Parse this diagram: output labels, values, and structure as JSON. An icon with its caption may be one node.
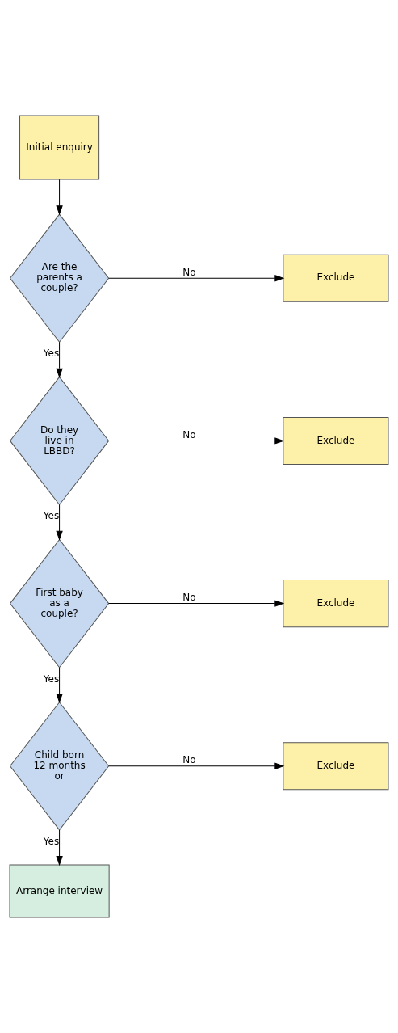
{
  "diagram": {
    "nodes": [
      {
        "text": [
          "Initial enquiry"
        ]
      },
      {
        "text": [
          "Are the parents a couple?"
        ]
      },
      {
        "text": [
          "Exclude"
        ]
      },
      {
        "text": [
          "Do they live in LBBD?"
        ]
      },
      {
        "text": [
          "Exclude"
        ]
      },
      {
        "text": [
          "First baby as a couple?"
        ]
      },
      {
        "text": [
          "Exclude"
        ]
      },
      {
        "text": [
          "Child born 12 months or"
        ]
      },
      {
        "text": [
          "Exclude"
        ]
      },
      {
        "text": [
          "Arrange interview"
        ]
      }
    ],
    "edges": [
      {
        "from": 0,
        "to": 1,
        "arrow": "to"
      },
      {
        "from": 1,
        "to": 2,
        "arrow": "to",
        "label": "No"
      },
      {
        "from": 1,
        "to": 3,
        "arrow": "to",
        "label": "Yes"
      },
      {
        "from": 3,
        "to": 4,
        "arrow": "to",
        "label": "No"
      },
      {
        "from": 3,
        "to": 5,
        "arrow": "to",
        "label": "Yes"
      },
      {
        "from": 5,
        "to": 6,
        "arrow": "to",
        "label": "No"
      },
      {
        "from": 5,
        "to": 7,
        "arrow": "to",
        "label": "Yes"
      },
      {
        "from": 7,
        "to": 8,
        "arrow": "to",
        "label": "No"
      },
      {
        "from": 7,
        "to": 9,
        "arrow": "to",
        "label": "Yes"
      }
    ]
  }
}
